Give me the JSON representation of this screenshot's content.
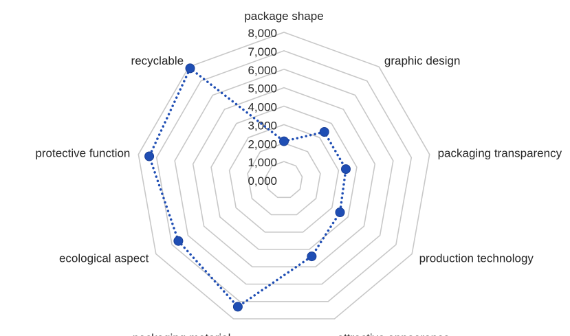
{
  "chart_data": {
    "type": "radar",
    "categories": [
      "package shape",
      "graphic design",
      "packaging transparency",
      "production technology",
      "attractive appearance",
      "packaging material",
      "ecological aspect",
      "protective function",
      "recyclable"
    ],
    "series": [
      {
        "values": [
          2.1,
          3.4,
          3.4,
          3.5,
          4.4,
          7.3,
          6.6,
          7.4,
          7.9
        ]
      }
    ],
    "rlim": [
      0,
      8
    ],
    "ticks": [
      "0,000",
      "1,000",
      "2,000",
      "3,000",
      "4,000",
      "5,000",
      "6,000",
      "7,000",
      "8,000"
    ],
    "grid": true,
    "line_style": "dotted",
    "marker": "circle",
    "colors": {
      "series": "#1f4eb4",
      "grid": "#c8c8c8",
      "text": "#262626"
    }
  }
}
